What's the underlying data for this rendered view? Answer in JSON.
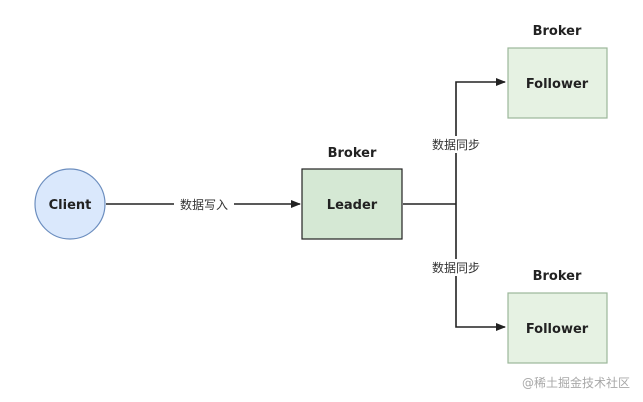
{
  "colors": {
    "client_fill": "#dae8fc",
    "client_stroke": "#6c8ebf",
    "leader_fill": "#d5e8d4",
    "leader_stroke": "#222222",
    "follower_fill": "#e6f2e3",
    "follower_stroke": "#9bb79a",
    "edge": "#222222"
  },
  "nodes": {
    "client": {
      "label": "Client"
    },
    "leader": {
      "label": "Leader",
      "group": "Broker"
    },
    "follower_top": {
      "label": "Follower",
      "group": "Broker"
    },
    "follower_bottom": {
      "label": "Follower",
      "group": "Broker"
    }
  },
  "edges": {
    "write": {
      "label": "数据写入"
    },
    "sync_top": {
      "label": "数据同步"
    },
    "sync_bottom": {
      "label": "数据同步"
    }
  },
  "watermark": "@稀土掘金技术社区"
}
